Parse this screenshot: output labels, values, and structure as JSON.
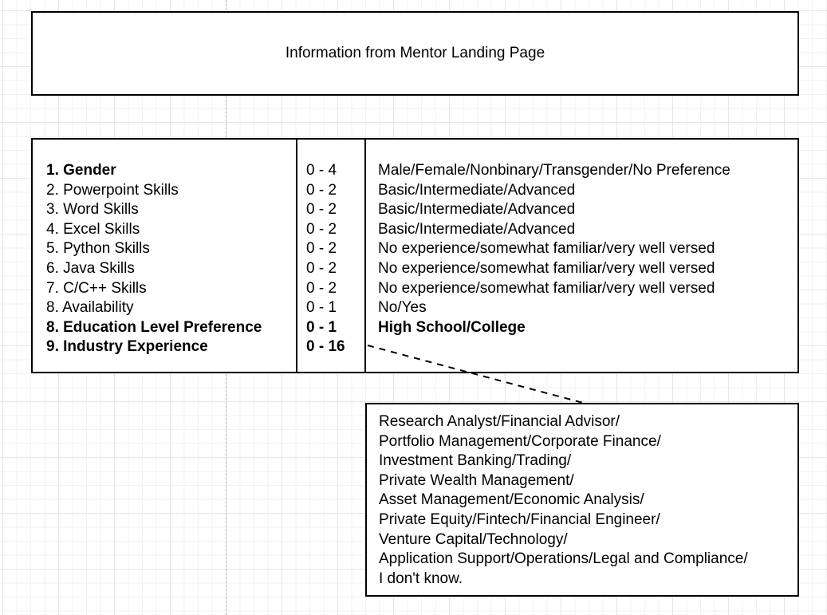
{
  "diagram": {
    "title_box": {
      "text": "Information from Mentor Landing Page"
    },
    "attributes_table": {
      "rows": [
        {
          "label": "1. Gender",
          "range": "0 - 4",
          "options": "Male/Female/Nonbinary/Transgender/No Preference"
        },
        {
          "label": "2. Powerpoint Skills",
          "range": "0 - 2",
          "options": "Basic/Intermediate/Advanced"
        },
        {
          "label": "3. Word Skills",
          "range": "0 - 2",
          "options": "Basic/Intermediate/Advanced"
        },
        {
          "label": "4. Excel Skills",
          "range": "0 - 2",
          "options": "Basic/Intermediate/Advanced"
        },
        {
          "label": "5. Python Skills",
          "range": "0 - 2",
          "options": "No experience/somewhat familiar/very well versed"
        },
        {
          "label": "6. Java Skills",
          "range": "0 - 2",
          "options": "No experience/somewhat familiar/very well versed"
        },
        {
          "label": "7. C/C++ Skills",
          "range": "0 - 2",
          "options": "No experience/somewhat familiar/very well versed"
        },
        {
          "label": "8. Availability",
          "range": "0 - 1",
          "options": "No/Yes"
        },
        {
          "label": "8. Education Level Preference",
          "range": "0 - 1",
          "options": "High School/College"
        },
        {
          "label": "9. Industry Experience",
          "range": "0 - 16",
          "options": ""
        }
      ]
    },
    "industry_box": {
      "lines": [
        "Research Analyst/Financial Advisor/",
        "Portfolio Management/Corporate Finance/",
        "Investment Banking/Trading/",
        "Private Wealth Management/",
        "Asset Management/Economic Analysis/",
        "Private Equity/Fintech/Financial Engineer/",
        "Venture Capital/Technology/",
        "Application Support/Operations/Legal and Compliance/",
        "I don't know."
      ]
    },
    "colors": {
      "shape_border": "#000000",
      "text": "#000000",
      "grid_minor": "#f2f2f2",
      "grid_major": "#e6e6e6",
      "page_divider": "#b5b5b5",
      "connector": "#000000"
    }
  }
}
